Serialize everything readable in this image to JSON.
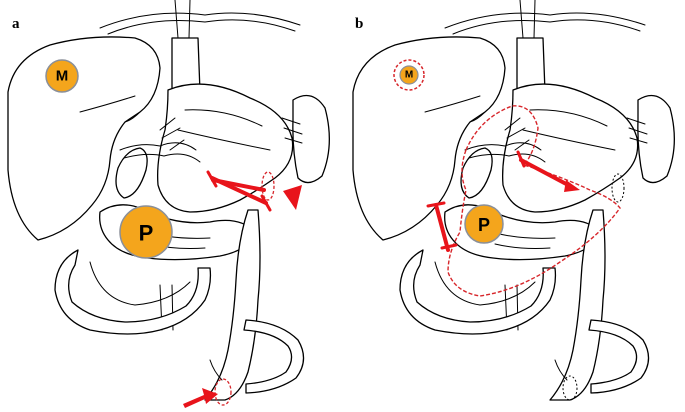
{
  "panels": [
    {
      "label": "a",
      "metastasis_label": "M",
      "primary_label": "P"
    },
    {
      "label": "b",
      "metastasis_label": "M",
      "primary_label": "P"
    }
  ],
  "colors": {
    "marker_fill": "#f4a51c",
    "marker_stroke": "#8a8f99",
    "resection": "#e8141b",
    "dashed": "#d7262b",
    "line": "#000000"
  }
}
